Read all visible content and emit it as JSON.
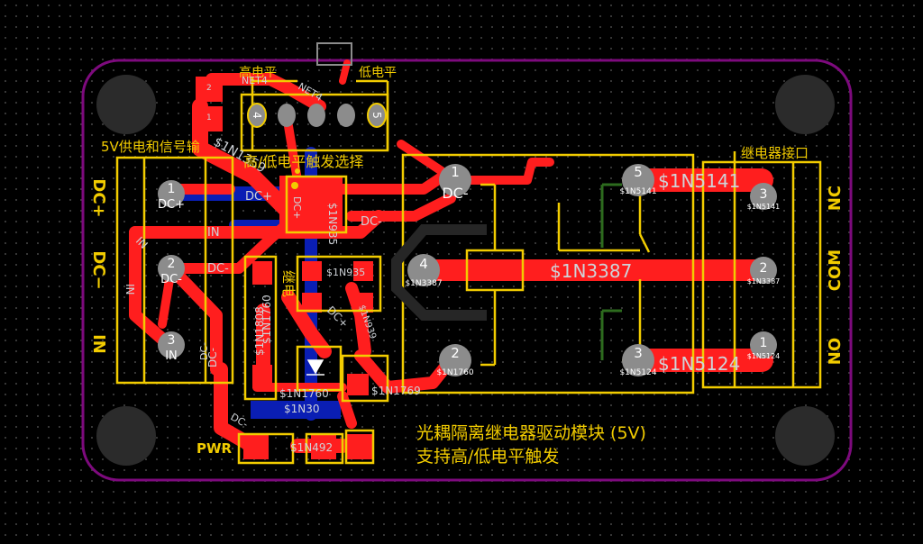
{
  "colors": {
    "background": "#000000",
    "board_outline": "#7d0a7d",
    "copper_top": "#ff1e1e",
    "copper_bottom": "#0a1eb4",
    "silkscreen": "#f2cc00",
    "pad": "#8c8c8c",
    "mounting_hole": "#2b2b2b"
  },
  "labels": {
    "high_level": "高电平",
    "low_level": "低电平",
    "net4_top": "NET4",
    "net4_diag": "NET4",
    "power_input": "5V供电和信号输",
    "trigger_select": "高/低电平触发选择",
    "relay_interface": "继电器接口",
    "title_line1": "光耦隔离继电器驱动模块 (5V)",
    "title_line2": "支持高/低电平触发",
    "pwr": "PWR",
    "dc_plus_big": "DC+",
    "dc_minus_big": "DC−",
    "in_big": "IN",
    "nc": "NC",
    "com": "COM",
    "no": "NO",
    "relay_hint": "继电"
  },
  "jumper_pads": [
    "4",
    "5"
  ],
  "input_connector": {
    "pins": [
      {
        "num": "1",
        "net": "DC+"
      },
      {
        "num": "2",
        "net": "DC-"
      },
      {
        "num": "3",
        "net": "IN"
      }
    ]
  },
  "relay": {
    "pins": [
      {
        "num": "1",
        "net": "DC-"
      },
      {
        "num": "5",
        "net": "$1N5141"
      },
      {
        "num": "4",
        "net": "$1N3387"
      },
      {
        "num": "2",
        "net": "$1N1760"
      },
      {
        "num": "3",
        "net": "$1N5124"
      }
    ]
  },
  "output_connector": {
    "pins": [
      {
        "num": "3",
        "net": "$1N5141"
      },
      {
        "num": "2",
        "net": "$1N3387"
      },
      {
        "num": "1",
        "net": "$1N5124"
      }
    ]
  },
  "net_labels": {
    "n1n3359": "$1N1359",
    "dc_plus_track": "DC+",
    "in_track": "IN",
    "dc_minus_track": "DC-",
    "dc_minus_track2": "DC-",
    "n1n935": "$1N935",
    "n1n935b": "$1N935",
    "n1n3387_big": "$1N3387",
    "n1n5141_big": "$1N5141",
    "n1n5124_big": "$1N5124",
    "n1n1760": "$1N1760",
    "n1n1760b": "$1N1760",
    "n1n492": "$1N492",
    "n1n1769": "$1N1769",
    "in_left": "IN",
    "in_left2": "IN",
    "dc_plus_relay": "DC+",
    "dc_minus_vert": "DC-",
    "n1n30": "$1N30",
    "n1n1808": "$1N1808",
    "dc_small": "DC-",
    "dc_small2": "DC-",
    "vert_dc": "DC+",
    "pad_small_2": "2",
    "pad_small_1": "1",
    "n1n939": "$1N939"
  }
}
